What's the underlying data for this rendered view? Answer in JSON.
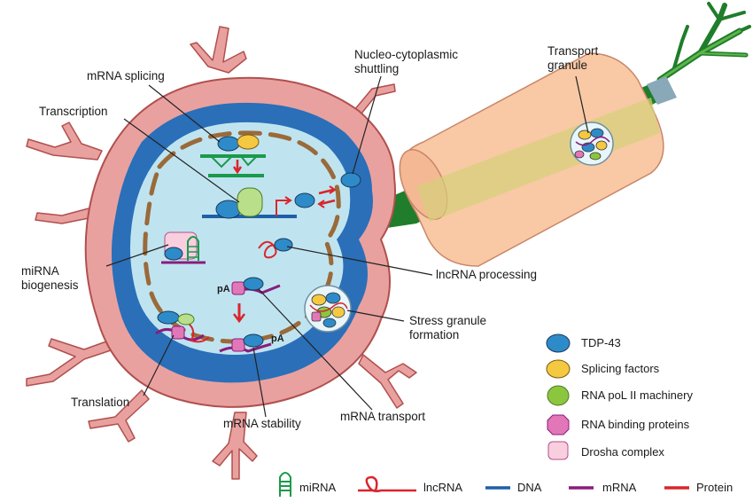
{
  "labels": {
    "mrna_splicing": "mRNA splicing",
    "transcription": "Transcription",
    "nucleo_shuttling": "Nucleo-cytoplasmic\nshuttling",
    "transport_granule": "Transport\ngranule",
    "mirna_biogenesis": "miRNA\nbiogenesis",
    "lncrna_processing": "lncRNA processing",
    "stress_granule": "Stress granule\nformation",
    "translation": "Translation",
    "mrna_stability": "mRNA stability",
    "mrna_transport": "mRNA transport",
    "pa_upper": "pA",
    "pa_lower": "pA"
  },
  "legend_right": [
    {
      "label": "TDP-43",
      "shape": "ellipse",
      "color": "#2e8bc9"
    },
    {
      "label": "Splicing factors",
      "shape": "ellipse",
      "color": "#f5c842"
    },
    {
      "label": "RNA poL II machinery",
      "shape": "ellipse",
      "color": "#8cc63f"
    },
    {
      "label": "RNA binding proteins",
      "shape": "octagon",
      "color": "#e277b8"
    },
    {
      "label": "Drosha complex",
      "shape": "rounded-square",
      "color": "#f9cfe0"
    }
  ],
  "legend_bottom": [
    {
      "label": "miRNA",
      "icon": "mirna-hairpin-icon",
      "color": "#1a9a4a"
    },
    {
      "label": "lncRNA",
      "icon": "lncrna-loop-icon",
      "color": "#d9262c"
    },
    {
      "label": "DNA",
      "icon": "dna-line-icon",
      "color": "#1f5fa8"
    },
    {
      "label": "mRNA",
      "icon": "mrna-line-icon",
      "color": "#8a1c7c"
    },
    {
      "label": "Protein",
      "icon": "protein-line-icon",
      "color": "#d9262c"
    }
  ],
  "colors": {
    "tdp43": "#2e8bc9",
    "splicing": "#f5c842",
    "polII": "#8cc63f",
    "rbp": "#e277b8",
    "drosha": "#f9cfe0",
    "cell_body": "#e9a19f",
    "cell_outline": "#b0504e",
    "cytoplasm_blue": "#2a6fb8",
    "nucleoplasm": "#bfe4f0",
    "nuclear_envelope": "#9a6a3a",
    "axon": "#f8c9a4",
    "axon_core": "#d6d07a",
    "axon_green": "#1f7d2b"
  }
}
